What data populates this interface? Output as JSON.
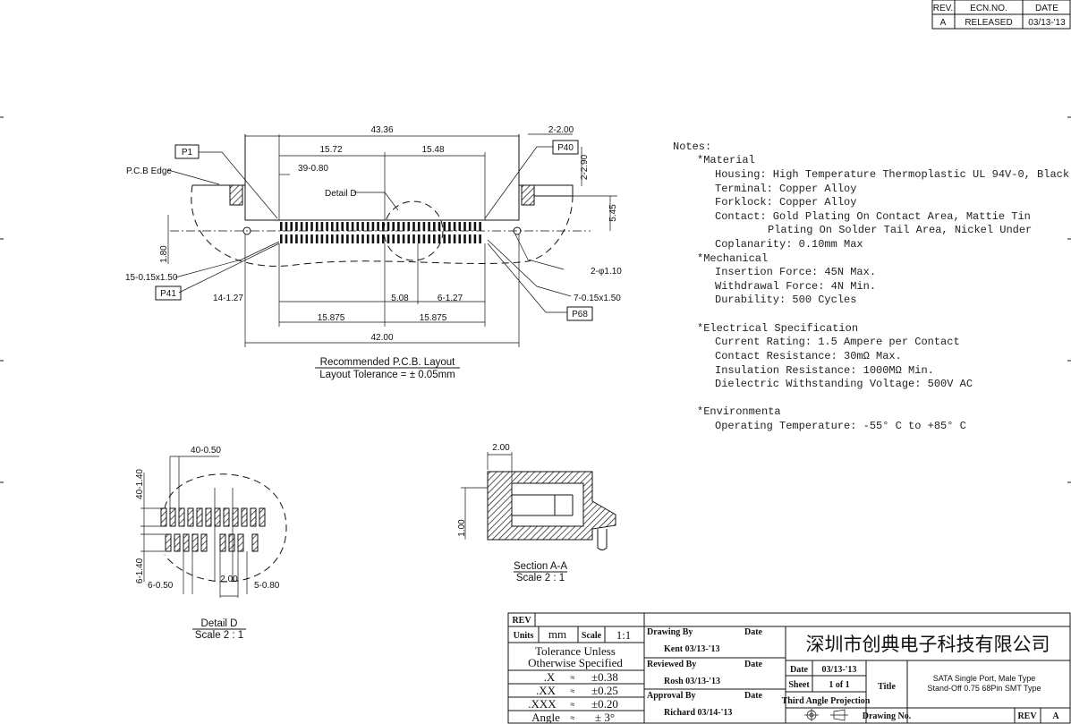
{
  "revision_block": {
    "headers": [
      "REV.",
      "ECN.NO.",
      "DATE"
    ],
    "row": [
      "A",
      "RELEASED",
      "03/13-'13"
    ]
  },
  "pcb_layout": {
    "dimensions": [
      "43.36",
      "15.72",
      "15.48",
      "39-0.80",
      "2-2.00",
      "2-2.90",
      "5.45",
      "1.80",
      "15-0.15x1.50",
      "14-1.27",
      "5.08",
      "6-1.27",
      "15.875",
      "15.875",
      "42.00",
      "2-φ1.10",
      "7-0.15x1.50"
    ],
    "labels": {
      "p1": "P1",
      "p40": "P40",
      "p41": "P41",
      "p68": "P68",
      "pcb_edge": "P.C.B Edge",
      "detail_d": "Detail D"
    },
    "caption_title": "Recommended P.C.B. Layout",
    "caption_tolerance": "Layout Tolerance = ± 0.05mm"
  },
  "detail_d": {
    "dimensions": [
      "40-0.50",
      "40-1.40",
      "6-1.40",
      "6-0.50",
      "2.00",
      "5-0.80"
    ],
    "caption_title": "Detail D",
    "caption_scale": "Scale 2 : 1"
  },
  "section_aa": {
    "dimensions": [
      "2.00",
      "1.00"
    ],
    "caption_title": "Section A-A",
    "caption_scale": "Scale 2 : 1"
  },
  "notes": {
    "heading": "Notes:",
    "sections": [
      {
        "title": "*Material",
        "lines": [
          "Housing: High Temperature Thermoplastic UL 94V-0, Black",
          "Terminal: Copper Alloy",
          "Forklock: Copper Alloy",
          "Contact: Gold Plating On Contact Area, Mattie Tin",
          "Plating On Solder Tail Area, Nickel Under",
          "Coplanarity: 0.10mm Max"
        ]
      },
      {
        "title": "*Mechanical",
        "lines": [
          "Insertion Force: 45N Max.",
          "Withdrawal Force: 4N Min.",
          "Durability: 500 Cycles"
        ]
      },
      {
        "title": "*Electrical Specification",
        "lines": [
          "Current Rating: 1.5 Ampere per Contact",
          "Contact Resistance: 30mΩ  Max.",
          "Insulation Resistance: 1000MΩ  Min.",
          "Dielectric Withstanding Voltage: 500V AC"
        ]
      },
      {
        "title": "*Environmenta",
        "lines": [
          "Operating Temperature: -55° C to +85° C"
        ]
      }
    ]
  },
  "title_block": {
    "rev_label": "REV",
    "units_label": "Units",
    "units_value": "mm",
    "scale_label": "Scale",
    "scale_value": "1:1",
    "tolerance_line1": "Tolerance Unless",
    "tolerance_line2": "Otherwise Specified",
    "tolerances": [
      {
        "label": ".X",
        "sym": "≈",
        "value": "±0.38"
      },
      {
        "label": ".XX",
        "sym": "≈",
        "value": "±0.25"
      },
      {
        "label": ".XXX",
        "sym": "≈",
        "value": "±0.20"
      },
      {
        "label": "Angle",
        "sym": "≈",
        "value": "± 3°"
      }
    ],
    "drawn_by_label": "Drawing By",
    "drawn_by": "Kent 03/13-'13",
    "reviewed_by_label": "Reviewed By",
    "reviewed_by": "Rosh 03/13-'13",
    "approved_by_label": "Approval By",
    "approved_by": "Richard 03/14-'13",
    "date_label": "Date",
    "company": "深圳市创典电子科技有限公司",
    "date_field_label": "Date",
    "date_field_value": "03/13-'13",
    "sheet_label": "Sheet",
    "sheet_value": "1 of 1",
    "title_label": "Title",
    "title_line1": "SATA Single Port, Male Type",
    "title_line2": "Stand-Off 0.75 68Pin SMT Type",
    "projection_label": "Third Angle Projection",
    "drawing_no_label": "Drawing No.",
    "rev_bottom_label": "REV",
    "rev_bottom_value": "A"
  }
}
